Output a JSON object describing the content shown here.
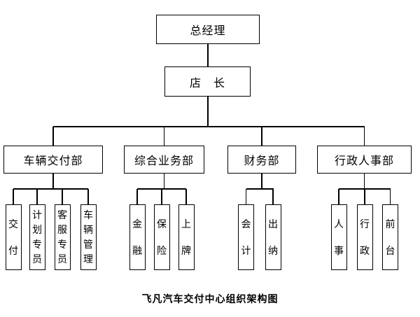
{
  "chart": {
    "caption": "飞凡汽车交付中心组织架构图",
    "root": {
      "label": "总经理"
    },
    "manager": {
      "label": "店　长"
    },
    "departments": [
      {
        "label": "车辆交付部",
        "children": [
          "交付",
          "计划专员",
          "客服专员",
          "车辆管理"
        ]
      },
      {
        "label": "综合业务部",
        "children": [
          "金融",
          "保险",
          "上牌"
        ]
      },
      {
        "label": "财务部",
        "children": [
          "会计",
          "出纳"
        ]
      },
      {
        "label": "行政人事部",
        "children": [
          "人事",
          "行政",
          "前台"
        ]
      }
    ],
    "style": {
      "line_color": "#000000",
      "background": "#ffffff",
      "text_color": "#000000"
    }
  }
}
